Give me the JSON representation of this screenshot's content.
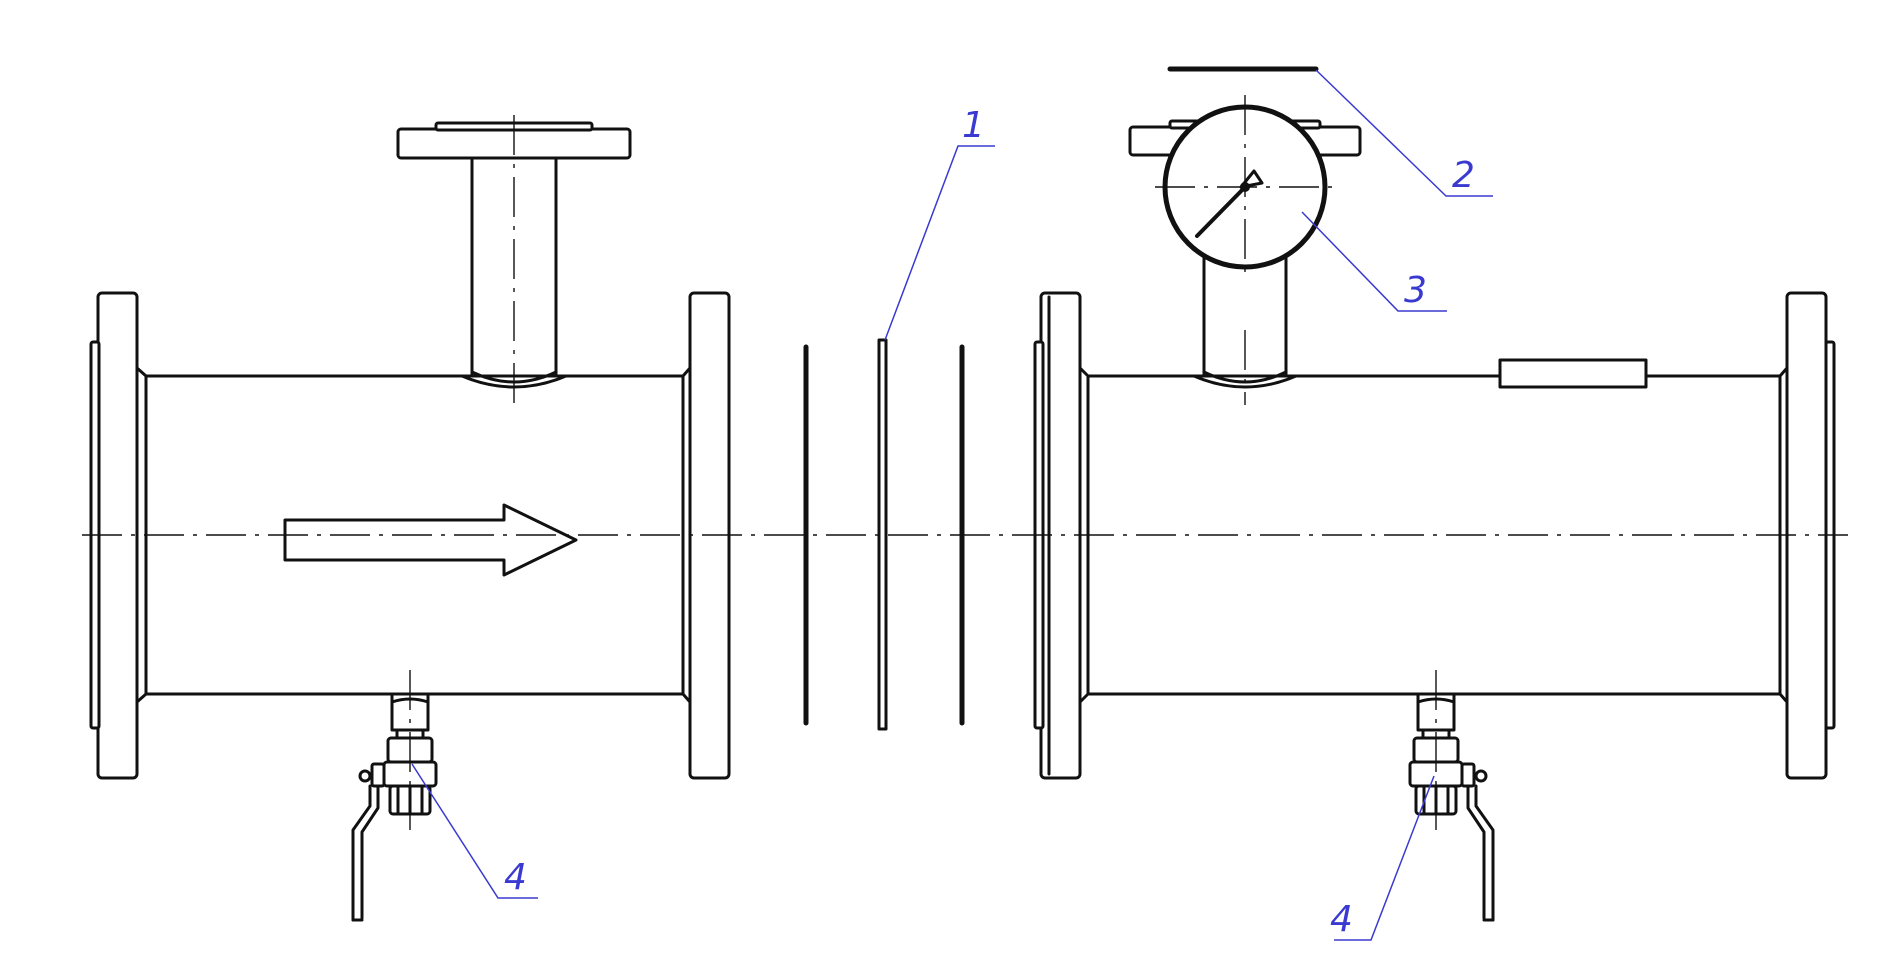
{
  "callouts": [
    {
      "id": "1",
      "label": "1"
    },
    {
      "id": "2",
      "label": "2"
    },
    {
      "id": "3",
      "label": "3"
    },
    {
      "id": "4a",
      "label": "4"
    },
    {
      "id": "4b",
      "label": "4"
    }
  ],
  "colors": {
    "line": "#111111",
    "callout": "#3a3ad0",
    "background": "#ffffff"
  }
}
